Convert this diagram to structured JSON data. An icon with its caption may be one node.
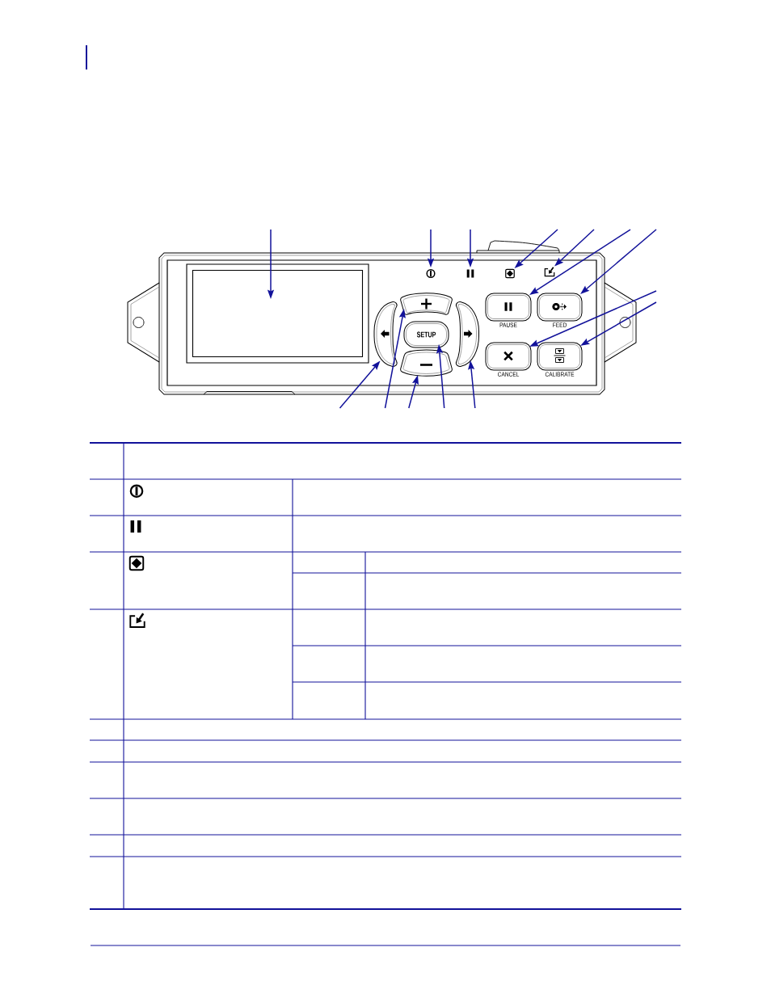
{
  "diagram": {
    "nodes": [
      {
        "text": [],
        "shape": "box"
      },
      {
        "text": [],
        "shape": "picture"
      },
      {
        "text": [],
        "shape": "picture"
      },
      {
        "text": [],
        "shape": "picture"
      },
      {
        "text": [],
        "shape": "picture"
      },
      {
        "text": [],
        "shape": "box"
      },
      {
        "text": [],
        "shape": "box"
      },
      {
        "text": [
          "SETUP"
        ]
      },
      {
        "text": [],
        "shape": "box"
      },
      {
        "text": [
          "PAUSE"
        ]
      },
      {
        "text": [
          "FEED"
        ]
      },
      {
        "text": [],
        "shape": "box"
      },
      {
        "text": [
          "CANCEL"
        ]
      },
      {
        "text": [
          "CALIBRATE"
        ]
      }
    ],
    "edges": [
      {
        "from": null,
        "to": 0,
        "arrow": "to"
      },
      {
        "from": null,
        "to": 1,
        "arrow": "to"
      },
      {
        "from": null,
        "to": 2,
        "arrow": "to"
      },
      {
        "from": null,
        "to": 3,
        "arrow": "to"
      },
      {
        "from": null,
        "to": 4,
        "arrow": "to"
      },
      {
        "from": null,
        "to": 9,
        "arrow": "to"
      },
      {
        "from": null,
        "to": 10,
        "arrow": "to"
      },
      {
        "from": null,
        "to": 12,
        "arrow": "to"
      },
      {
        "from": null,
        "to": 13,
        "arrow": "to"
      },
      {
        "from": null,
        "to": 6,
        "arrow": "to"
      },
      {
        "from": null,
        "to": 5,
        "arrow": "to"
      },
      {
        "from": null,
        "to": 11,
        "arrow": "to"
      },
      {
        "from": null,
        "to": 7,
        "arrow": "to"
      },
      {
        "from": null,
        "to": 8,
        "arrow": "to"
      }
    ]
  }
}
